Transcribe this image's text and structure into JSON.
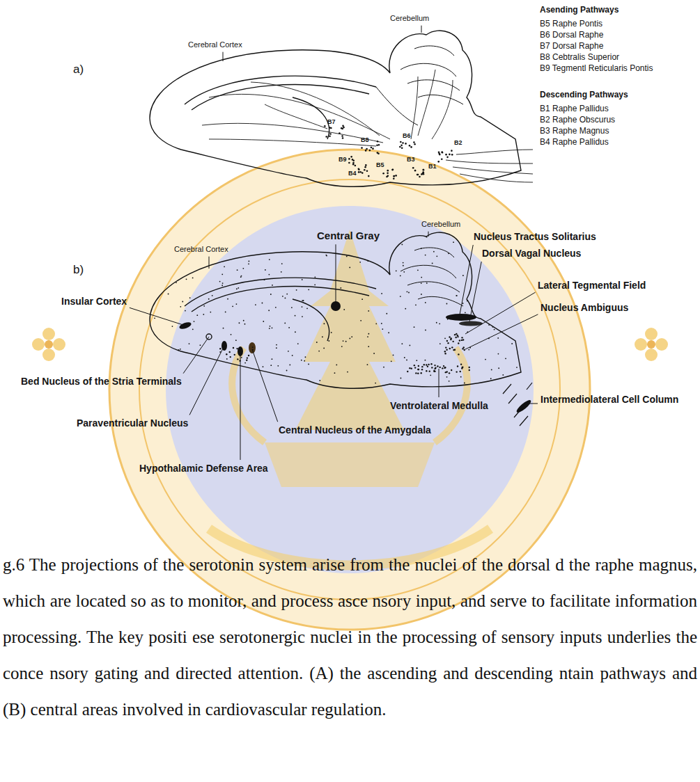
{
  "diagram": {
    "caption": "g.6 The projections of the serotonin system arise from the nuclei of the dorsal d the raphe magnus, which are located so as to monitor, and process asce nsory input, and serve to facilitate information processing. The key positi ese serotonergic nuclei in the processing of sensory inputs underlies the conce nsory gating and directed attention. (A) the ascending and descending ntain pathways and (B) central areas involved in cardiovascular regulation.",
    "labels": [
      "Asending Pathways",
      "B5 Raphe Pontis",
      "B6 Dorsal Raphe",
      "B7 Dorsal Raphe",
      "B8 Cebtralis Superior",
      "B9 Tegmentl Reticularis Pontis",
      "a)",
      "Cerebral Cortex",
      "Cerebellum",
      "Descending Pathways",
      "B1 Raphe Pallidus",
      "B2 Raphe Obscurus",
      "B3 Raphe Magnus",
      "B4 Raphe Pallidus",
      "B7",
      "B8",
      "B6",
      "B2",
      "B9",
      "B5",
      "B3",
      "B1",
      "B4",
      "b)",
      "Central Gray",
      "Cerebral Cortex",
      "Cerebellum",
      "Nucleus Tractus Solitarius",
      "Dorsal Vagal Nucleus",
      "Insular Cortex",
      "Lateral Tegmental Field",
      "Nucleus Ambiguus",
      "Bed Nucleus of the Stria Terminals",
      "Intermediolateral Cell Column",
      "Paraventricular Nucleus",
      "Ventrolateral Medulla",
      "Central Nucleus of the Amygdala",
      "Hypothalamic Defense Area"
    ]
  }
}
